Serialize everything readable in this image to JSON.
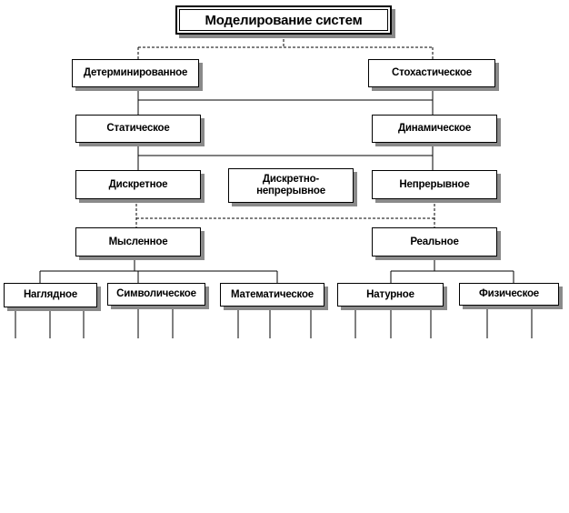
{
  "diagram": {
    "title": "Моделирование систем",
    "level1": {
      "left": "Детерминированное",
      "right": "Стохастическое"
    },
    "level2": {
      "left": "Статическое",
      "right": "Динамическое"
    },
    "level3": {
      "left": "Дискретное",
      "middle": "Дискретно-\nнепрерывное",
      "right": "Непрерывное"
    },
    "level4": {
      "left": "Мысленное",
      "right": "Реальное"
    },
    "level5": {
      "n1": "Наглядное",
      "n2": "Символическое",
      "n3": "Математическое",
      "n4": "Натурное",
      "n5": "Физическое"
    }
  }
}
